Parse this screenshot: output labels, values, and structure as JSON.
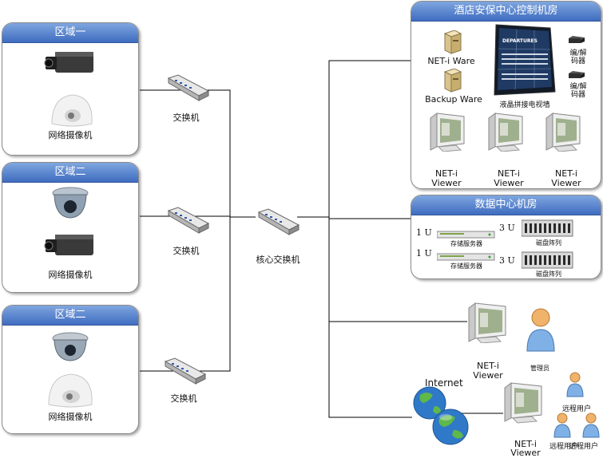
{
  "zones": [
    {
      "title": "区域一",
      "camera_label": "网络摄像机"
    },
    {
      "title": "区域二",
      "camera_label": "网络摄像机"
    },
    {
      "title": "区域二",
      "camera_label": "网络摄像机"
    }
  ],
  "switch_label": "交换机",
  "core_switch_label": "核心交换机",
  "control_room": {
    "title": "酒店安保中心控制机房",
    "server1": "NET-i Ware",
    "server2": "Backup Ware",
    "videowall_caption": "液晶拼接电视墙",
    "videowall_screen_text": "DEPARTURES",
    "codec1": "编/解码器",
    "codec2": "编/解码器",
    "viewer_line1": "NET-i",
    "viewer_line2": "Viewer"
  },
  "data_center": {
    "title": "数据中心机房",
    "row1_left_u": "1 U",
    "row1_right_u": "3 U",
    "row1_storage": "存储服务器",
    "row1_array": "磁盘阵列",
    "row2_left_u": "1 U",
    "row2_right_u": "3 U",
    "row2_storage": "存储服务器",
    "row2_array": "磁盘阵列"
  },
  "admin": {
    "viewer_line1": "NET-i",
    "viewer_line2": "Viewer",
    "label": "管理员"
  },
  "remote": {
    "internet": "Internet",
    "viewer_line1": "NET-i",
    "viewer_line2": "Viewer",
    "users": [
      "远程用户",
      "远程用户",
      "远程用户"
    ]
  },
  "colors": {
    "panel_header_top": "#7fa6df",
    "panel_header_bottom": "#3f6cc0",
    "line": "#000000"
  }
}
